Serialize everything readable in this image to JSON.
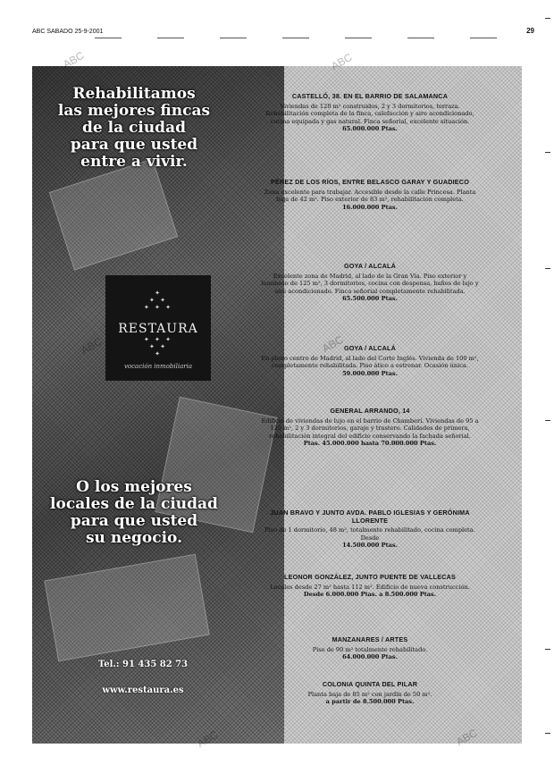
{
  "header": {
    "left": "ABC SABADO 25-9-2001",
    "page": "29"
  },
  "ad": {
    "slogan_top": [
      "Rehabilitamos",
      "las mejores fincas",
      "de la ciudad",
      "para que usted",
      "entre a vivir."
    ],
    "slogan_bottom": [
      "O los mejores",
      "locales de la ciudad",
      "para que usted",
      "su negocio."
    ],
    "logo": {
      "brand": "RESTAURA",
      "tagline": "vocación inmobiliaria"
    },
    "contact": [
      "Tel.: 91 435 82 73",
      "www.restaura.es"
    ]
  },
  "listings": [
    {
      "title": "CASTELLÓ, 38. EN EL BARRIO DE SALAMANCA",
      "body": "Viviendas de 120 m² construidos, 2 y 3 dormitorios, terraza. Rehabilitación completa de la finca, calefacción y aire acondicionado, cocina equipada y gas natural. Finca señorial, excelente situación.",
      "price": "65.000.000 Ptas."
    },
    {
      "title": "PÉREZ DE LOS RÍOS, ENTRE BELASCO GARAY Y GUADIECO",
      "body": "Zona excelente para trabajar. Accesible desde la calle Princesa. Planta baja de 42 m². Piso exterior de 83 m², rehabilitación completa.",
      "price": "16.000.000 Ptas."
    },
    {
      "title": "GOYA / ALCALÁ",
      "body": "Excelente zona de Madrid, al lado de la Gran Vía. Piso exterior y luminoso de 125 m², 3 dormitorios, cocina con despensa, baños de lujo y aire acondicionado. Finca señorial completamente rehabilitada.",
      "price": "65.500.000 Ptas."
    },
    {
      "title": "GOYA / ALCALÁ",
      "body": "En pleno centro de Madrid, al lado del Corte Inglés. Vivienda de 100 m², completamente rehabilitada. Piso ático a estrenar. Ocasión única.",
      "price": "59.000.000 Ptas."
    },
    {
      "title": "GENERAL ARRANDO, 14",
      "body": "Edificio de viviendas de lujo en el barrio de Chamberí. Viviendas de 95 a 125 m², 2 y 3 dormitorios, garaje y trastero. Calidades de primera, rehabilitación integral del edificio conservando la fachada señorial.",
      "price": "Ptas. 45.000.000 hasta 70.000.000 Ptas."
    },
    {
      "title": "JUAN BRAVO Y JUNTO AVDA. PABLO IGLESIAS Y GERÓNIMA LLORENTE",
      "body": "Piso de 1 dormitorio, 48 m², totalmente rehabilitado, cocina completa. Desde",
      "price": "14.500.000 Ptas."
    },
    {
      "title": "LEONOR GONZÁLEZ, JUNTO PUENTE DE VALLECAS",
      "body": "Locales desde 27 m² hasta 112 m². Edificio de nueva construcción.",
      "price": "Desde 6.000.000 Ptas. a 8.500.000 Ptas."
    },
    {
      "title": "MANZANARES / ARTES",
      "body": "Piso de 90 m² totalmente rehabilitado.",
      "price": "64.000.000 Ptas."
    },
    {
      "title": "COLONIA QUINTA DEL PILAR",
      "body": "Planta baja de 85 m² con jardín de 50 m².",
      "price": "a partir de 8.500.000 Ptas."
    }
  ]
}
